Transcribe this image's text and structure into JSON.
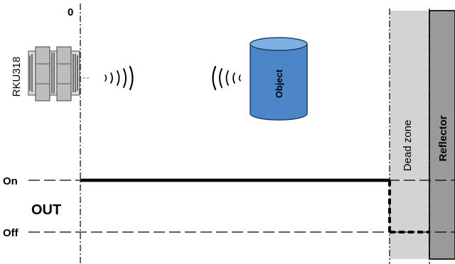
{
  "origin_label": "0",
  "sensor_label": "RKU318",
  "object_label": "Object",
  "dead_zone_label": "Dead zone",
  "reflector_label": "Reflector",
  "output": {
    "label": "OUT",
    "on_label": "On",
    "off_label": "Off"
  },
  "colors": {
    "object_fill": "#4a86c8",
    "object_stroke": "#1f3f6a",
    "dead_zone_fill": "#d3d3d3",
    "reflector_fill": "#9a9a9a",
    "signal": "#000000"
  }
}
